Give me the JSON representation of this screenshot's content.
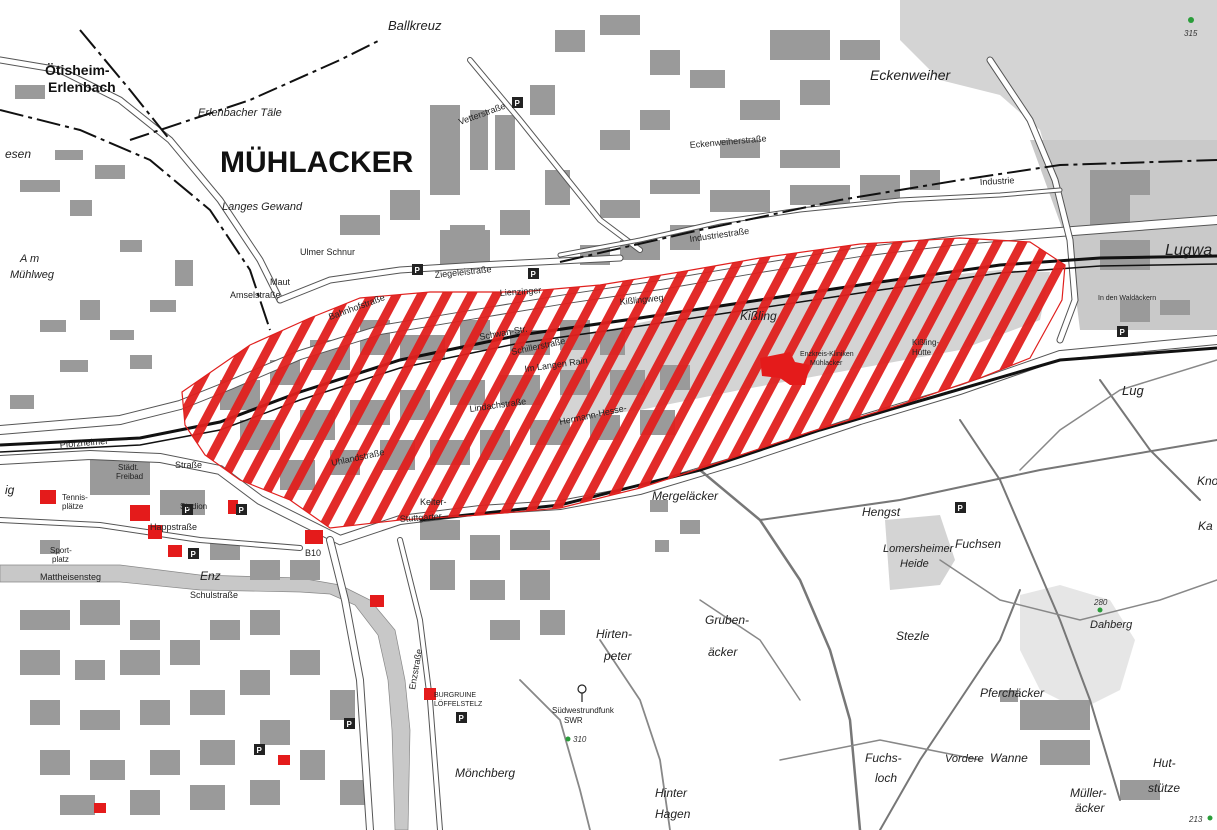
{
  "map": {
    "city_label": "MÜHLACKER",
    "town_label_line1": "Ötisheim-",
    "town_label_line2": "Erlenbach",
    "places": {
      "ballkreuz": "Ballkreuz",
      "erlenbacher_taele": "Erlenbacher Täle",
      "langes_gewand": "Langes Gewand",
      "eckenweiher": "Eckenweiher",
      "lugwa": "Lugwa",
      "lug": "Lug",
      "kissling": "Kißling",
      "kissling_huette_1": "Kißling-",
      "kissling_huette_2": "Hütte",
      "mergelaecker": "Mergeläcker",
      "hengst": "Hengst",
      "lomersheimer": "Lomersheimer",
      "heide": "Heide",
      "fuchsen": "Fuchsen",
      "dahberg": "Dahberg",
      "stezle": "Stezle",
      "pferchaecker": "Pferchäcker",
      "gruben": "Gruben-",
      "aecker": "äcker",
      "hirten": "Hirten-",
      "peter": "peter",
      "moenchberg": "Mönchberg",
      "hinter": "Hinter",
      "hagen": "Hagen",
      "fuchs": "Fuchs-",
      "loch": "loch",
      "vordere": "Vordere",
      "wanne": "Wanne",
      "mueller": "Müller-",
      "aecker2": "äcker",
      "hut": "Hut-",
      "stuetze": "stütze",
      "kno": "Kno",
      "ka": "Ka",
      "esen": "esen",
      "am_muehlweg_1": "A m",
      "am_muehlweg_2": "Mühlweg",
      "ig": "ig",
      "sportplatz_1": "Sport-",
      "sportplatz_2": "platz",
      "enz": "Enz",
      "sender_1": "Südwestrundfunk",
      "sender_2": "SWR",
      "burgruine_1": "BURGRUINE",
      "burgruine_2": "LÖFFELSTELZ",
      "klinik_1": "Enzkreis-Kliniken",
      "klinik_2": "Mühlacker",
      "stadion": "Stadion",
      "freibad_1": "Städt.",
      "freibad_2": "Freibad",
      "tennis_1": "Tennis-",
      "tennis_2": "plätze"
    },
    "streets": {
      "pforzheimer": "Pforzheimer",
      "strasse": "Straße",
      "ziegeleistrasse": "Ziegeleistraße",
      "industriestrasse": "Industriestraße",
      "kisslingweg": "Kißlingweg",
      "lienzinger": "Lienzinger",
      "stuttgarter": "Stuttgarter",
      "im_langen_rain": "Im Langen Rain",
      "lindachstrasse": "Lindachstraße",
      "hermann_hesse": "Hermann-Hesse-",
      "uhlandstrasse": "Uhlandstraße",
      "bahnhofstrasse": "Bahnhofstraße",
      "schillerstrasse": "Schillerstraße",
      "eckenweiherstrasse": "Eckenweiherstraße",
      "vetterstrasse": "Vetterstraße",
      "mattheisensteg": "Mattheisensteg",
      "schulstrasse": "Schulstraße",
      "hauptstrasse": "Happstraße",
      "enzstrasse": "Enzstraße",
      "b10": "B10",
      "amsel": "Amselstraße",
      "maut": "Maut",
      "kelter": "Kelter-",
      "industrie": "Industrie",
      "in_den_waldaeckern": "In den Waldäckern",
      "schwanstr": "Schwan-Str.",
      "ulmer": "Ulmer Schnur"
    },
    "elevations": {
      "e315": "315",
      "e280": "280",
      "e310": "310",
      "e213": "213"
    },
    "parking_label": "P",
    "colors": {
      "background": "#ffffff",
      "building": "#9a9a9a",
      "forest": "#d4d4d4",
      "hatch": "#e0201e",
      "highlight": "#e41b1b",
      "road": "#ffffff",
      "road_outline": "#555555",
      "railway": "#111111",
      "river": "#c8c8c8"
    }
  }
}
